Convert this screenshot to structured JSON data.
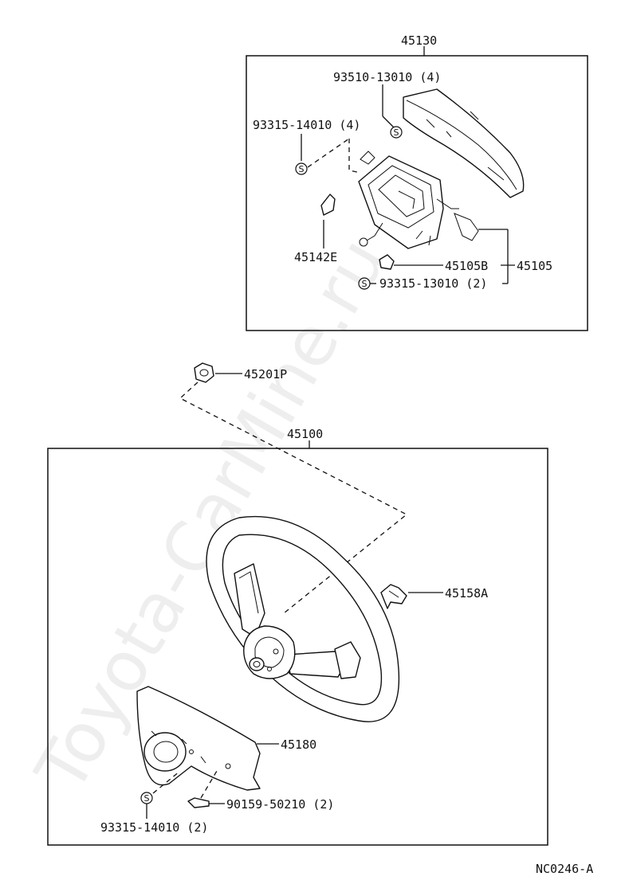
{
  "watermark": "Toyota-CarMine.ru",
  "drawing_code": "NC0246-A",
  "upper_group": {
    "assembly": "45130",
    "screw_top": "93510-13010 (4)",
    "screw_left": "93315-14010 (4)",
    "bracket": "45142E",
    "switch_sub": "45105B",
    "switch": "45105",
    "screw_bottom": "93315-13010 (2)"
  },
  "nut": "45201P",
  "lower_group": {
    "assembly": "45100",
    "clip": "45158A",
    "pad": "45180",
    "screw_right": "90159-50210 (2)",
    "screw_left": "93315-14010 (2)"
  },
  "symbol_letter": "S"
}
